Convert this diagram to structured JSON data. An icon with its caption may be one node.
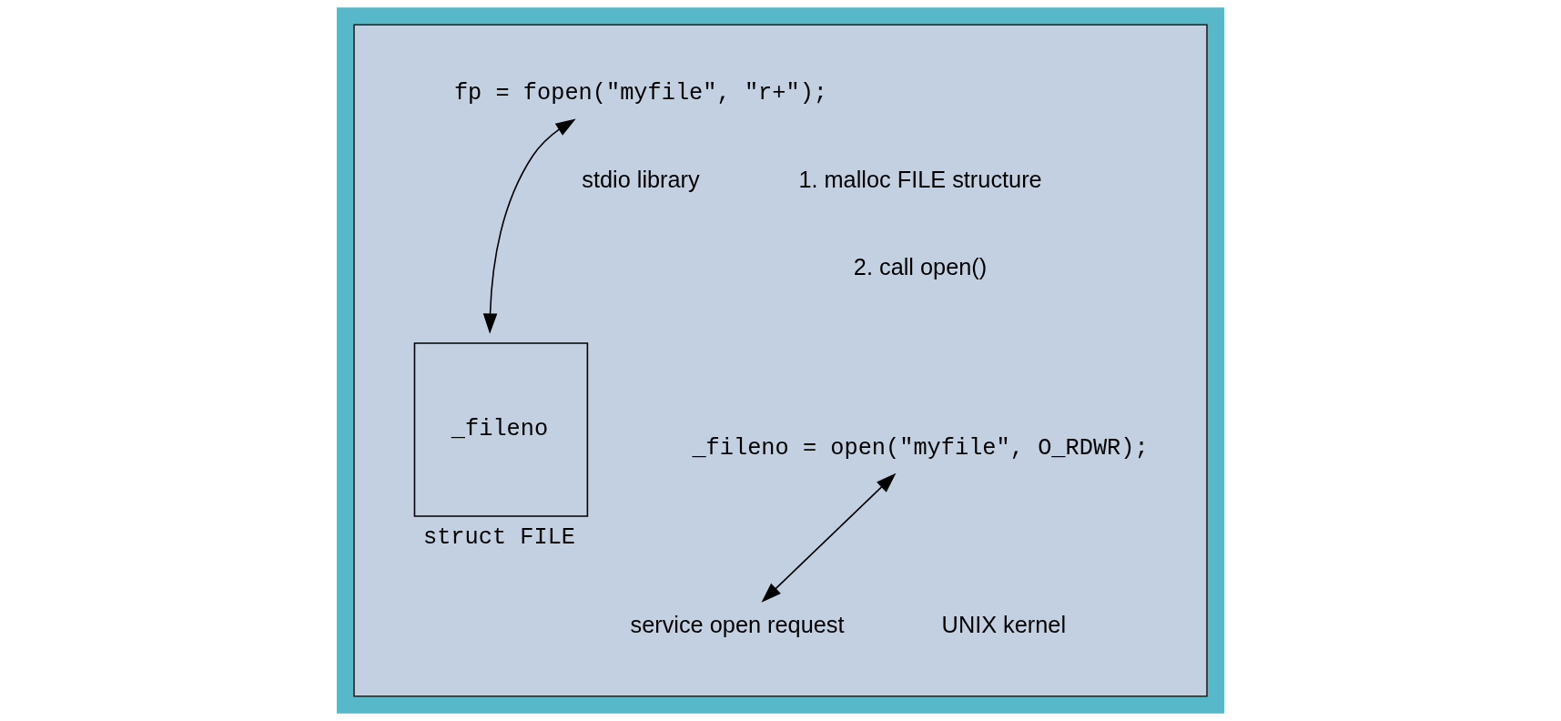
{
  "diagram": {
    "nodes": [
      {
        "text": [],
        "shape": "box"
      },
      {
        "text": [
          "fp = fopen(\"myfile\", \"r+\");"
        ],
        "in": 0
      },
      {
        "text": [
          "_fileno"
        ],
        "beside": [
          "struct FILE"
        ],
        "in": 0
      },
      {
        "text": [
          "_fileno = open(\"myfile\", O_RDWR);"
        ],
        "in": 0
      },
      {
        "text": [
          "service open request"
        ],
        "in": 0
      }
    ],
    "edges": [
      {
        "from": 1,
        "to": 2,
        "arrow": "both"
      },
      {
        "from": 3,
        "to": 4,
        "arrow": "both"
      }
    ],
    "labels": [
      "stdio library",
      "1. malloc FILE structure",
      "2. call open()",
      "UNIX kernel"
    ]
  }
}
